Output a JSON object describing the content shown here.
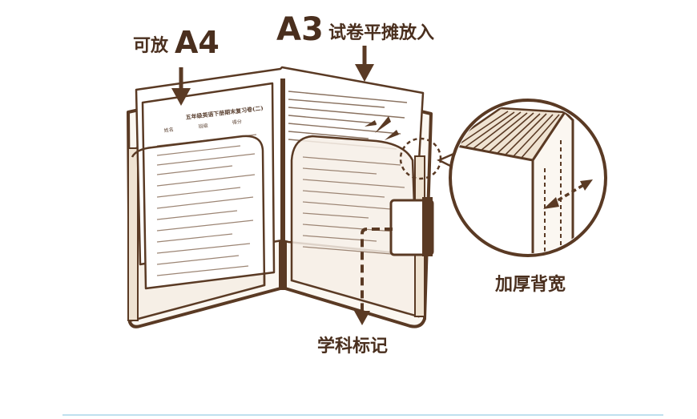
{
  "labels": {
    "a4_prefix": "可放",
    "a4_size": "A4",
    "a3_size": "A3",
    "a3_suffix": "试卷平摊放入",
    "spine": "加厚背宽",
    "tab": "学科标记"
  },
  "exam_sheet": {
    "title": "五年级英语下册期末复习卷(二)",
    "name_field": "姓名",
    "class_field": "班级",
    "score_field": "得分"
  },
  "colors": {
    "ink": "#4a2f1e",
    "folder": "#5a3a24",
    "paper": "#ffffff",
    "sleeve": "#fbf7f1",
    "accent": "#bfe0ee"
  }
}
